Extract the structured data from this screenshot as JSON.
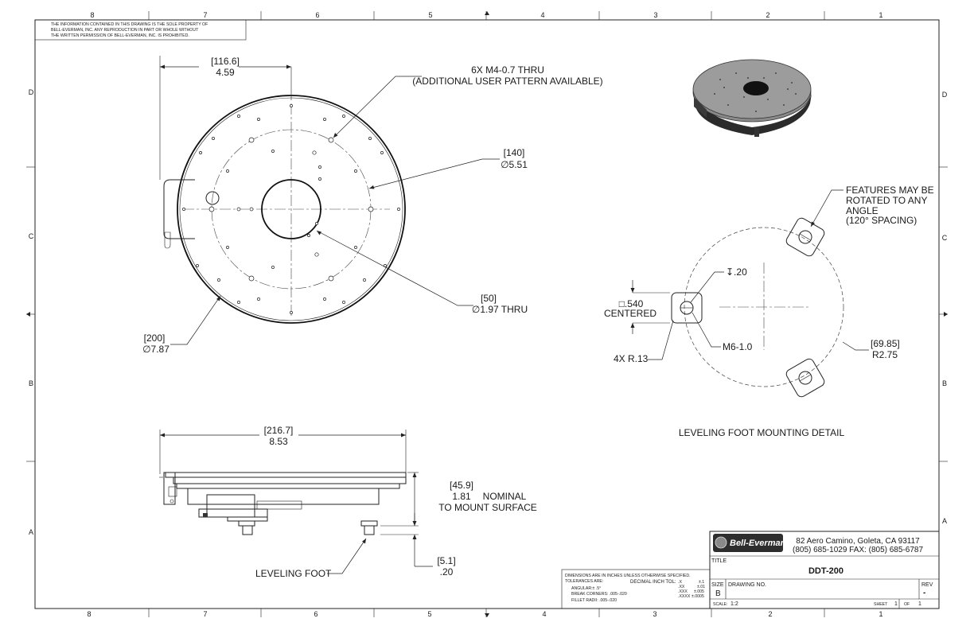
{
  "border": {
    "top_zones": [
      "8",
      "7",
      "6",
      "5",
      "4",
      "3",
      "2",
      "1"
    ],
    "bottom_zones": [
      "8",
      "7",
      "6",
      "5",
      "4",
      "3",
      "2",
      "1"
    ],
    "left_zones": [
      "D",
      "C",
      "B",
      "A"
    ],
    "right_zones": [
      "D",
      "C",
      "B",
      "A"
    ]
  },
  "proprietary_notice": [
    "THE INFORMATION CONTAINED IN THIS DRAWING IS THE SOLE PROPERTY OF",
    "BELL-EVERMAN, INC. ANY REPRODUCTION IN PART OR WHOLE WITHOUT",
    "THE WRITTEN PERMISSION OF BELL-EVERMAN, INC. IS PROHIBITED."
  ],
  "top_view": {
    "dim_116": "[116.6]",
    "dim_459": "4.59",
    "holes_note_1": "6X M4-0.7 THRU",
    "holes_note_2": "(ADDITIONAL USER PATTERN AVAILABLE)",
    "dim_140": "[140]",
    "dim_551": "∅5.51",
    "dim_50": "[50]",
    "dim_197": "∅1.97 THRU",
    "dim_200": "[200]",
    "dim_787": "∅7.87"
  },
  "side_view": {
    "dim_2167": "[216.7]",
    "dim_853": "8.53",
    "dim_459b": "[45.9]",
    "dim_181": "1.81",
    "nominal": "NOMINAL",
    "mount_surface": "TO MOUNT SURFACE",
    "dim_51": "[5.1]",
    "dim_20": ".20",
    "leveling_foot": "LEVELING FOOT"
  },
  "detail": {
    "features_1": "FEATURES MAY BE",
    "features_2": "ROTATED TO ANY",
    "features_3": "ANGLE",
    "features_4": "(120° SPACING)",
    "depth": "↧.20",
    "square": "□.540",
    "centered": "CENTERED",
    "thread": "M6-1.0",
    "radius": "4X R.13",
    "dim_6985": "[69.85]",
    "dim_r275": "R2.75",
    "caption": "LEVELING FOOT MOUNTING DETAIL"
  },
  "tolerance_block": {
    "line1": "DIMENSIONS ARE IN INCHES UNLESS OTHERWISE SPECIFIED.",
    "line2": "TOLERANCES ARE:",
    "decimal_label": "DECIMAL INCH TOL:",
    "angular": "ANGULAR:± .5°",
    "break": "BREAK CORNERS: .005-.020",
    "fillet": "FILLET RADII: .005-.020",
    "x": ".X",
    "x_tol": "±.1",
    "xx": ".XX",
    "xx_tol": "±.01",
    "xxx": ".XXX",
    "xxx_tol": "±.005",
    "xxxx": ".XXXX",
    "xxxx_tol": "±.0005"
  },
  "title_block": {
    "logo": "Bell-Everman",
    "address": "82 Aero Camino, Goleta, CA 93117",
    "phone": "(805) 685-1029 FAX: (805) 685-6787",
    "title_label": "TITLE",
    "title": "DDT-200",
    "size_label": "SIZE",
    "size": "B",
    "drawing_no_label": "DRAWING NO.",
    "rev_label": "REV",
    "rev": "-",
    "scale_label": "SCALE:",
    "scale": "1:2",
    "sheet_label": "SHEET",
    "sheet": "1",
    "of_label": "OF",
    "of": "1"
  }
}
